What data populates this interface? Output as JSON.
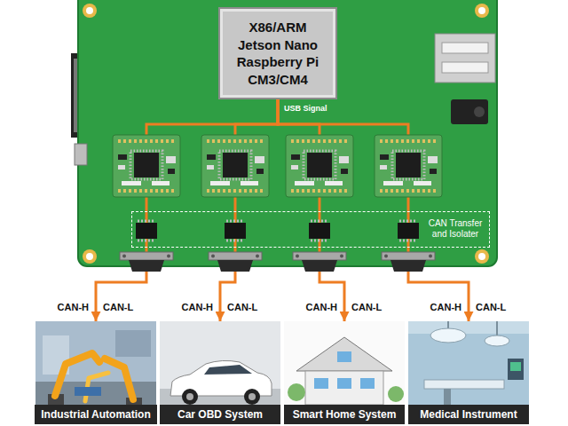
{
  "diagram": {
    "nodes": [
      {
        "text": [
          "X86/ARM Jetson Nano Raspberry Pi CM3/CM4"
        ]
      },
      {
        "text": [
          "CAN Transfer and Isolater"
        ]
      },
      {
        "text": [
          "Industrial Automation"
        ]
      },
      {
        "text": [
          "Car OBD System"
        ]
      },
      {
        "text": [
          "Smart Home System"
        ]
      },
      {
        "text": [
          "Medical Instrument"
        ]
      }
    ],
    "edges": [
      {
        "from": 0,
        "to": 2,
        "arrow": "to"
      },
      {
        "from": 0,
        "to": 3,
        "arrow": "to"
      },
      {
        "from": 0,
        "to": 4,
        "arrow": "to"
      },
      {
        "from": 0,
        "to": 5,
        "arrow": "to"
      }
    ],
    "labels": [
      "USB Signal",
      "CAN-H",
      "CAN-L",
      "CAN-H",
      "CAN-L",
      "CAN-H",
      "CAN-L",
      "CAN-H",
      "CAN-L"
    ]
  }
}
